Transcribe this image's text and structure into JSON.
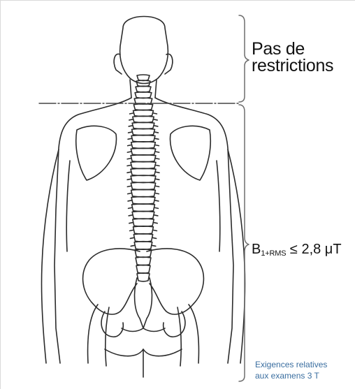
{
  "zones": {
    "upper": {
      "line1": "Pas de",
      "line2": "restrictions"
    },
    "lower": {
      "symbol": "B",
      "subscript": "1+RMS",
      "relation": "≤ 2,8 μT"
    }
  },
  "caption": {
    "line1": "Exigences relatives",
    "line2": "aux examens 3 T"
  },
  "colors": {
    "outline": "#2b2b2b",
    "bracket": "#6e6e6e",
    "caption": "#3a6ea0",
    "frame": "#d9d9d9"
  },
  "icons": [
    "body-silhouette-icon",
    "spine-icon",
    "pelvis-icon"
  ]
}
